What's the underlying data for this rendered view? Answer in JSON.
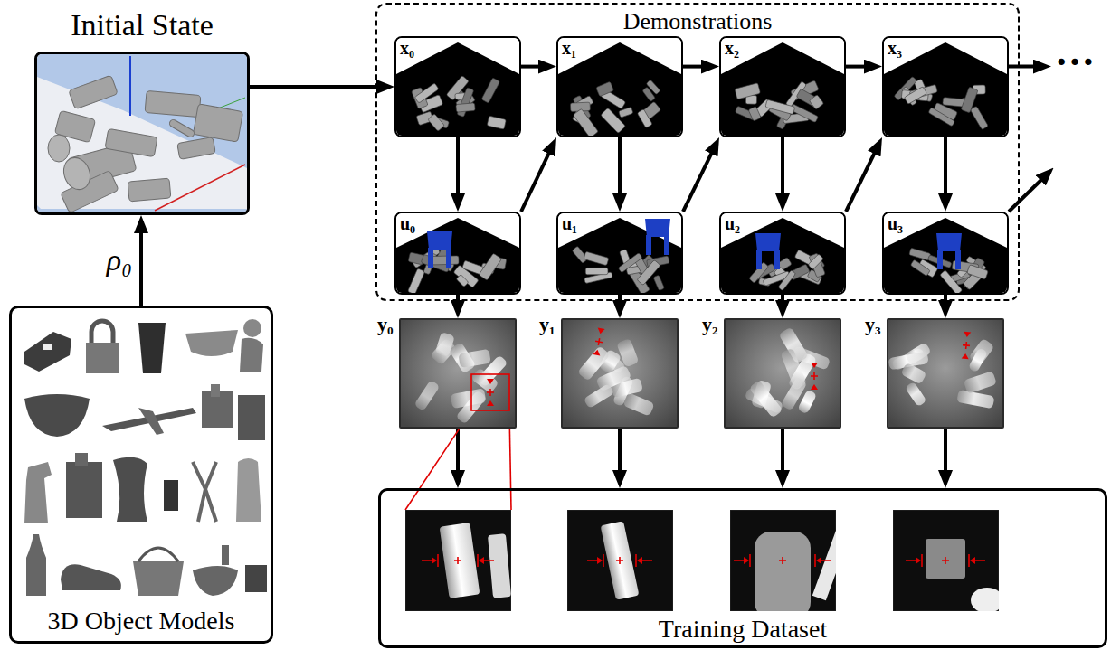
{
  "diagram": {
    "nodes": [
      {
        "text": [
          "Initial State"
        ]
      },
      {
        "text": [
          "3D Object Models"
        ]
      },
      {
        "text": [
          "Demonstrations"
        ]
      },
      {
        "text": [
          "x₀"
        ],
        "in": 2
      },
      {
        "text": [
          "x₁"
        ],
        "in": 2
      },
      {
        "text": [
          "x₂"
        ],
        "in": 2
      },
      {
        "text": [
          "x₃"
        ],
        "in": 2
      },
      {
        "text": [
          "u₀"
        ],
        "in": 2
      },
      {
        "text": [
          "u₁"
        ],
        "in": 2
      },
      {
        "text": [
          "u₂"
        ],
        "in": 2
      },
      {
        "text": [
          "u₃"
        ],
        "in": 2
      },
      {
        "text": [
          "y₀"
        ]
      },
      {
        "text": [
          "y₁"
        ]
      },
      {
        "text": [
          "y₂"
        ]
      },
      {
        "text": [
          "y₃"
        ]
      },
      {
        "text": [
          "Training Dataset"
        ]
      }
    ],
    "edges": [
      {
        "from": 1,
        "to": 0,
        "label": "ρ₀",
        "arrow": "to"
      },
      {
        "from": 0,
        "to": 3,
        "arrow": "to"
      },
      {
        "from": 3,
        "to": 4,
        "arrow": "to"
      },
      {
        "from": 4,
        "to": 5,
        "arrow": "to"
      },
      {
        "from": 5,
        "to": 6,
        "arrow": "to"
      },
      {
        "from": 3,
        "to": 7,
        "arrow": "to"
      },
      {
        "from": 4,
        "to": 8,
        "arrow": "to"
      },
      {
        "from": 5,
        "to": 9,
        "arrow": "to"
      },
      {
        "from": 6,
        "to": 10,
        "arrow": "to"
      },
      {
        "from": 7,
        "to": 4,
        "arrow": "to"
      },
      {
        "from": 8,
        "to": 5,
        "arrow": "to"
      },
      {
        "from": 9,
        "to": 6,
        "arrow": "to"
      },
      {
        "from": 7,
        "to": 11,
        "arrow": "to"
      },
      {
        "from": 8,
        "to": 12,
        "arrow": "to"
      },
      {
        "from": 9,
        "to": 13,
        "arrow": "to"
      },
      {
        "from": 10,
        "to": 14,
        "arrow": "to"
      },
      {
        "from": 11,
        "to": 15,
        "arrow": "to"
      },
      {
        "from": 12,
        "to": 15,
        "arrow": "to"
      },
      {
        "from": 13,
        "to": 15,
        "arrow": "to"
      },
      {
        "from": 14,
        "to": 15,
        "arrow": "to"
      }
    ],
    "labels": [
      "…"
    ]
  }
}
